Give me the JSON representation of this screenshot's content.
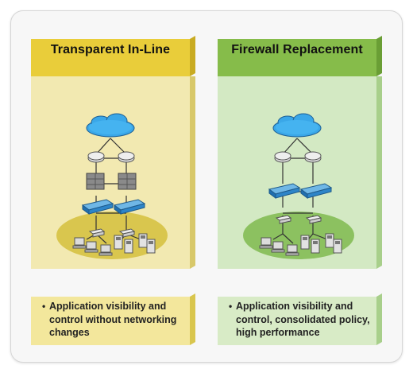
{
  "panels": [
    {
      "title": "Transparent In-Line",
      "bullet": "Application visibility and control without networking changes",
      "colors": {
        "header": "#e9cd3a",
        "body": "#f2e9b1",
        "base": "#d9c64e",
        "box": "#f3e79c"
      }
    },
    {
      "title": "Firewall Replacement",
      "bullet": "Application visibility and control, consolidated policy, high performance",
      "colors": {
        "header": "#86bc4a",
        "body": "#d3e9c3",
        "base": "#8cc160",
        "box": "#d8ebc6"
      }
    }
  ],
  "icons": {
    "cloud": "cloud-icon",
    "router": "router-icon",
    "firewall": "firewall-icon",
    "appliance": "security-appliance-icon",
    "switch": "switch-icon",
    "workstation": "workstation-icon",
    "server": "server-icon"
  }
}
